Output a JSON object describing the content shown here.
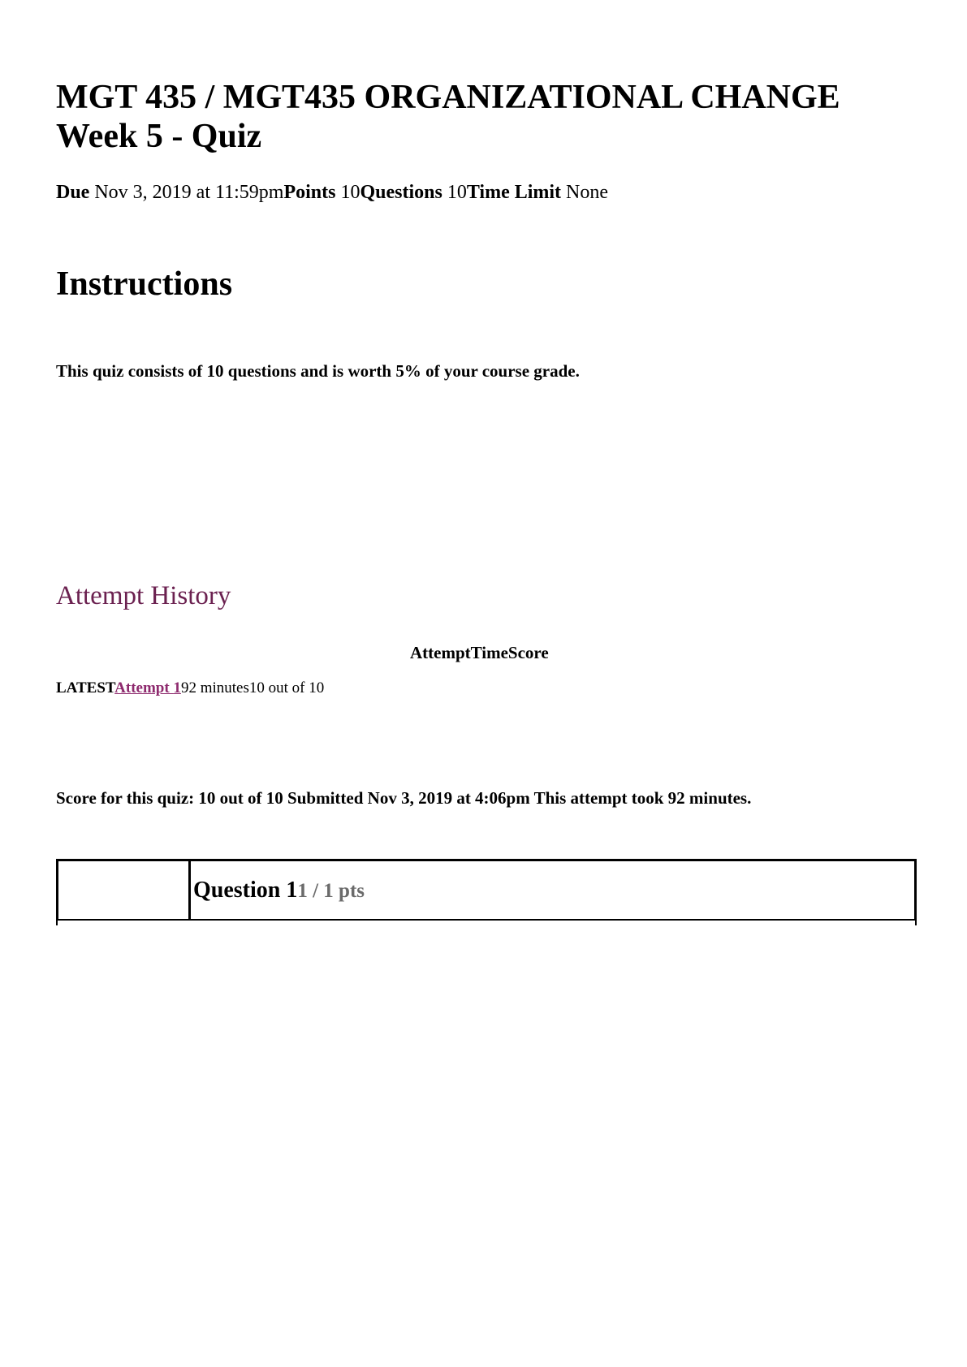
{
  "document": {
    "title_line1": "MGT 435 / MGT435 ORGANIZATIONAL CHANGE",
    "title_line2": "Week 5 - Quiz"
  },
  "meta": {
    "due_label": "Due",
    "due_value": " Nov 3, 2019 at 11:59pm",
    "points_label": "Points",
    "points_value": " 10",
    "questions_label": "Questions",
    "questions_value": " 10",
    "time_limit_label": "Time Limit",
    "time_limit_value": " None"
  },
  "instructions": {
    "heading": "Instructions",
    "text": "This quiz consists of 10 questions and is worth 5% of your course grade."
  },
  "attempt_history": {
    "heading": "Attempt History",
    "columns": [
      "Attempt",
      "Time",
      "Score"
    ],
    "rows": [
      {
        "tag": "LATEST",
        "attempt_link": "Attempt ",
        "attempt_number": "1",
        "time": "92 minutes",
        "score": "10 out of 10"
      }
    ]
  },
  "score_summary": "Score for this quiz: 10 out of 10 Submitted Nov 3, 2019 at 4:06pm This attempt took 92 minutes.",
  "question": {
    "label": "Question 1",
    "points": "1 / 1 pts"
  },
  "colors": {
    "heading_accent": "#6b2150",
    "link": "#8e2a6e",
    "points_gray": "#6b6b6b"
  }
}
